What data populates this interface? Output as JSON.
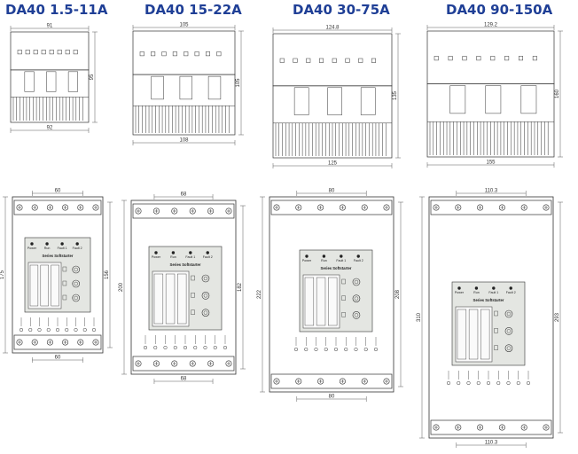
{
  "models": [
    {
      "title": "DA40 1.5-11A",
      "top_view": {
        "width_top": "91",
        "height": "95",
        "width_bottom": "92"
      },
      "front_view": {
        "mount_top": "60",
        "height_left": "175",
        "height_right": "156",
        "mount_bottom": "60"
      }
    },
    {
      "title": "DA40 15-22A",
      "top_view": {
        "width_top": "105",
        "height": "105",
        "width_bottom": "108"
      },
      "front_view": {
        "mount_top": "68",
        "height_left": "200",
        "height_right": "182",
        "mount_bottom": "68"
      }
    },
    {
      "title": "DA40 30-75A",
      "top_view": {
        "width_top": "124.8",
        "height": "135",
        "width_bottom": "125"
      },
      "front_view": {
        "mount_top": "80",
        "height_left": "222",
        "height_right": "208",
        "mount_bottom": "80"
      }
    },
    {
      "title": "DA40 90-150A",
      "top_view": {
        "width_top": "129.2",
        "height": "160",
        "width_bottom": "155"
      },
      "front_view": {
        "mount_top": "110.3",
        "height_left": "310",
        "height_right": "293",
        "mount_bottom": "110.3"
      }
    }
  ],
  "panel": {
    "series_label": "Series Softstarter",
    "led_labels": [
      "Power",
      "Run",
      "Fault 1",
      "Fault 2"
    ]
  },
  "colors": {
    "title": "#1f3f96",
    "line": "#333333",
    "panel": "#e4e6e2"
  }
}
